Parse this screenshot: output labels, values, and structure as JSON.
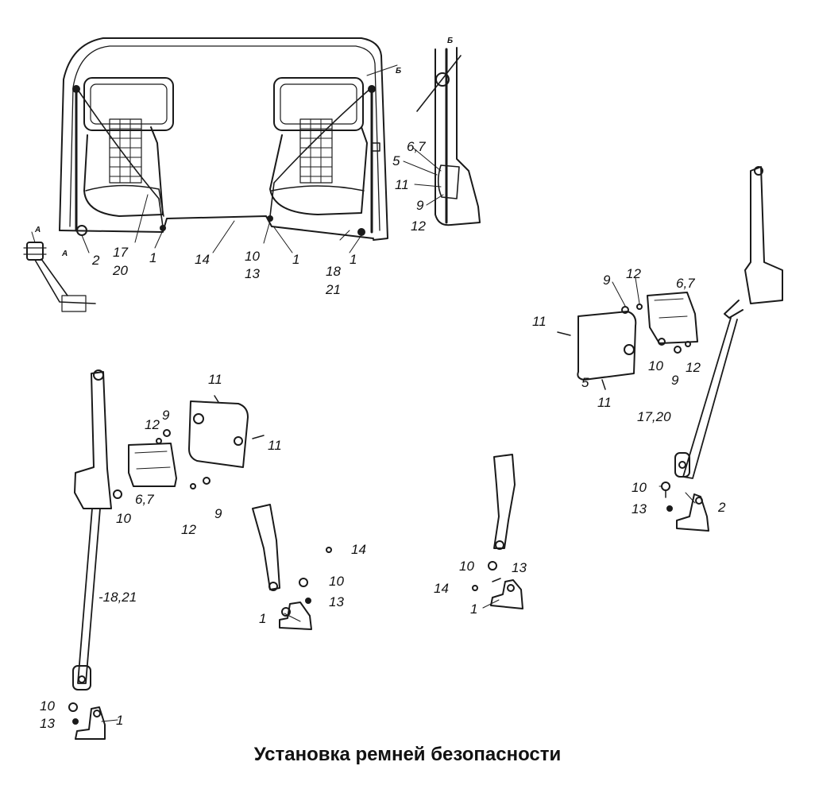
{
  "caption": "Установка ремней безопасности",
  "view_letters": {
    "a1": "А",
    "a2": "А",
    "b1": "Б",
    "b2": "Б"
  },
  "callouts": {
    "cab": [
      "2",
      "17",
      "20",
      "1",
      "14",
      "10",
      "13",
      "1",
      "18",
      "21",
      "1"
    ],
    "detail_b": [
      "6,7",
      "5",
      "11",
      "9",
      "12"
    ],
    "right_group": [
      "9",
      "12",
      "6,7",
      "11",
      "10",
      "9",
      "12",
      "5",
      "11",
      "17,20",
      "10",
      "13",
      "2"
    ],
    "left_group": [
      "11",
      "12",
      "9",
      "11",
      "6,7",
      "10",
      "12",
      "9",
      "-18,21",
      "10",
      "13",
      "1"
    ],
    "middle_buckle": [
      "14",
      "10",
      "13",
      "1"
    ],
    "right_buckle": [
      "10",
      "13",
      "14",
      "1"
    ]
  }
}
